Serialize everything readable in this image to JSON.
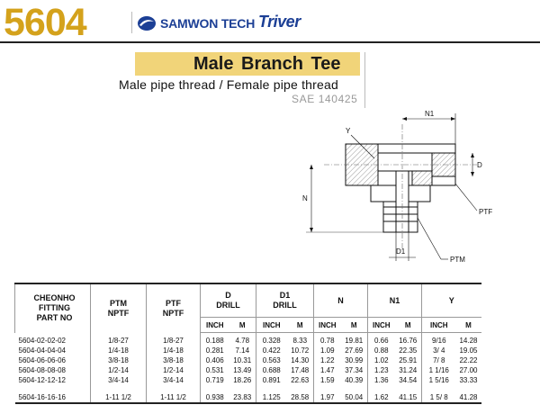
{
  "header": {
    "model_number": "5604",
    "brand_primary": "SAMWON TECH",
    "brand_secondary": "Triver",
    "accent_color": "#d4a21c",
    "brand_color": "#1c3f95"
  },
  "title_block": {
    "title": "Male Branch Tee",
    "subtitle": "Male pipe thread / Female pipe thread",
    "standard": "SAE 140425",
    "band_color": "#f1d479"
  },
  "drawing": {
    "labels": {
      "y": "Y",
      "n1": "N1",
      "d": "D",
      "ptf": "PTF",
      "n": "N",
      "d1": "D1",
      "ptm": "PTM"
    }
  },
  "table": {
    "headers": {
      "part_no": "CHEONHO FITTING PART NO",
      "ptm": "PTM NPTF",
      "ptf": "PTF NPTF",
      "d": "D DRILL",
      "d1": "D1 DRILL",
      "n": "N",
      "n1": "N1",
      "y": "Y",
      "inch": "INCH",
      "m": "M"
    },
    "rows": [
      {
        "part_no": "5604-02-02-02",
        "ptm": "1/8-27",
        "ptf": "1/8-27",
        "d_inch": "0.188",
        "d_m": "4.78",
        "d1_inch": "0.328",
        "d1_m": "8.33",
        "n_inch": "0.78",
        "n_m": "19.81",
        "n1_inch": "0.66",
        "n1_m": "16.76",
        "y_inch": "9/16",
        "y_m": "14.28"
      },
      {
        "part_no": "5604-04-04-04",
        "ptm": "1/4-18",
        "ptf": "1/4-18",
        "d_inch": "0.281",
        "d_m": "7.14",
        "d1_inch": "0.422",
        "d1_m": "10.72",
        "n_inch": "1.09",
        "n_m": "27.69",
        "n1_inch": "0.88",
        "n1_m": "22.35",
        "y_inch": "3/ 4",
        "y_m": "19.05"
      },
      {
        "part_no": "5604-06-06-06",
        "ptm": "3/8-18",
        "ptf": "3/8-18",
        "d_inch": "0.406",
        "d_m": "10.31",
        "d1_inch": "0.563",
        "d1_m": "14.30",
        "n_inch": "1.22",
        "n_m": "30.99",
        "n1_inch": "1.02",
        "n1_m": "25.91",
        "y_inch": "7/ 8",
        "y_m": "22.22"
      },
      {
        "part_no": "5604-08-08-08",
        "ptm": "1/2-14",
        "ptf": "1/2-14",
        "d_inch": "0.531",
        "d_m": "13.49",
        "d1_inch": "0.688",
        "d1_m": "17.48",
        "n_inch": "1.47",
        "n_m": "37.34",
        "n1_inch": "1.23",
        "n1_m": "31.24",
        "y_inch": "1 1/16",
        "y_m": "27.00"
      },
      {
        "part_no": "5604-12-12-12",
        "ptm": "3/4-14",
        "ptf": "3/4-14",
        "d_inch": "0.719",
        "d_m": "18.26",
        "d1_inch": "0.891",
        "d1_m": "22.63",
        "n_inch": "1.59",
        "n_m": "40.39",
        "n1_inch": "1.36",
        "n1_m": "34.54",
        "y_inch": "1 5/16",
        "y_m": "33.33"
      },
      {
        "part_no": "5604-16-16-16",
        "ptm": "1-11 1/2",
        "ptf": "1-11 1/2",
        "d_inch": "0.938",
        "d_m": "23.83",
        "d1_inch": "1.125",
        "d1_m": "28.58",
        "n_inch": "1.97",
        "n_m": "50.04",
        "n1_inch": "1.62",
        "n1_m": "41.15",
        "y_inch": "1 5/ 8",
        "y_m": "41.28"
      }
    ]
  }
}
